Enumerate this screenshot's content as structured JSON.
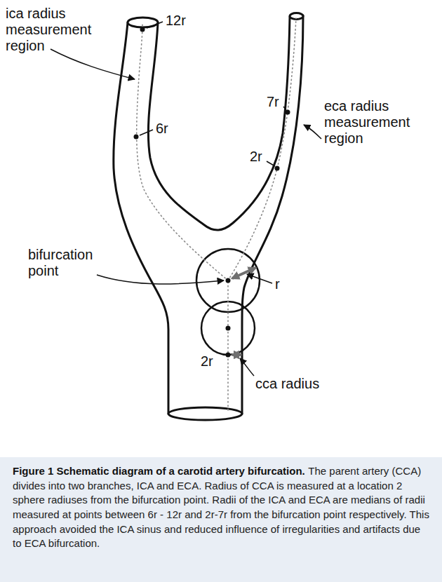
{
  "diagram": {
    "title": "Figure 1 Schematic diagram of a carotid artery bifurcation.",
    "caption": "The parent artery (CCA) divides into two branches, ICA and ECA. Radius of CCA is measured at a location 2 sphere radiuses from the bifurcation point. Radii of the ICA and ECA are medians of radii measured at points between 6r - 12r and 2r-7r from the bifurcation point respectively. This approach avoided the ICA sinus and reduced influence of irregularities and artifacts due to ECA bifurcation.",
    "labels": [
      "ica radius measurement region",
      "12r",
      "6r",
      "eca radius measurement region",
      "7r",
      "2r",
      "bifurcation point",
      "r",
      "2r",
      "cca radius"
    ]
  }
}
